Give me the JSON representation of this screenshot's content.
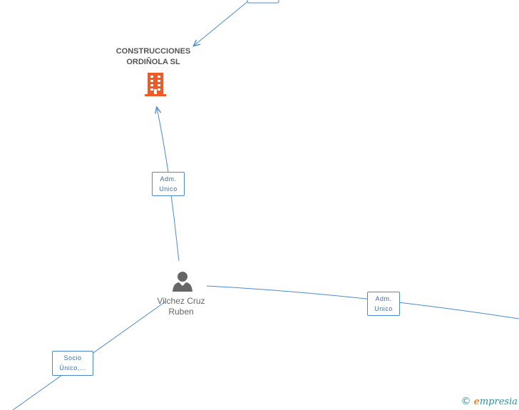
{
  "company": {
    "name_line1": "CONSTRUCCIONES",
    "name_line2": "ORDIÑOLA SL",
    "icon": "building-icon",
    "icon_color": "#f05a24"
  },
  "person": {
    "name_line1": "Vilchez Cruz",
    "name_line2": "Ruben",
    "icon": "person-icon",
    "icon_color": "#666666"
  },
  "edges": [
    {
      "line1": "Adm.",
      "line2": "Unico"
    },
    {
      "line1": "Adm.",
      "line2": "Unico"
    },
    {
      "line1": "Socio",
      "line2": "Único,..."
    }
  ],
  "watermark": {
    "symbol": "©",
    "brand_initial": "e",
    "brand_rest": "mpresia"
  },
  "colors": {
    "edge": "#4a8ad4",
    "label_text": "#3b6fb6"
  }
}
